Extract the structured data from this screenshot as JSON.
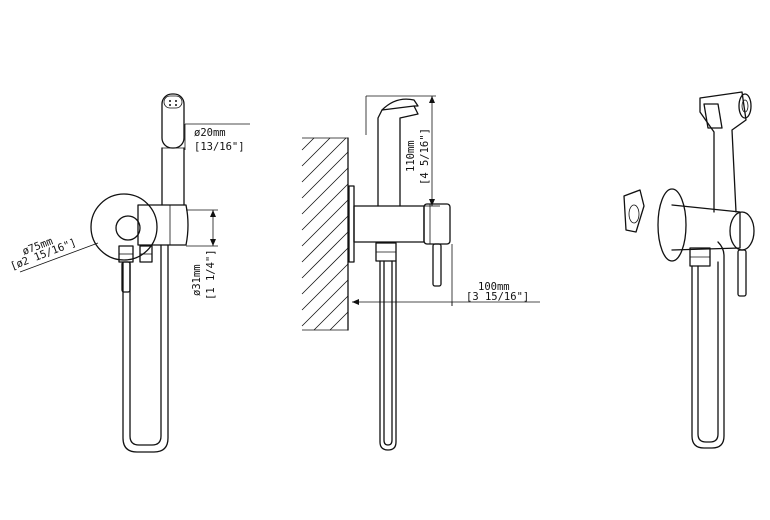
{
  "front_view": {
    "sprayer_diameter": {
      "metric": "ø20mm",
      "imperial": "[13/16\"]"
    },
    "plate_diameter": {
      "metric": "ø75mm",
      "imperial": "[ø2 15/16\"]"
    },
    "valve_diameter": {
      "metric": "ø31mm",
      "imperial": "[1 1/4\"]"
    }
  },
  "side_view": {
    "sprayer_height": {
      "metric": "110mm",
      "imperial": "[4 5/16\"]"
    },
    "projection": {
      "metric": "100mm",
      "imperial": "[3 15/16\"]"
    }
  }
}
